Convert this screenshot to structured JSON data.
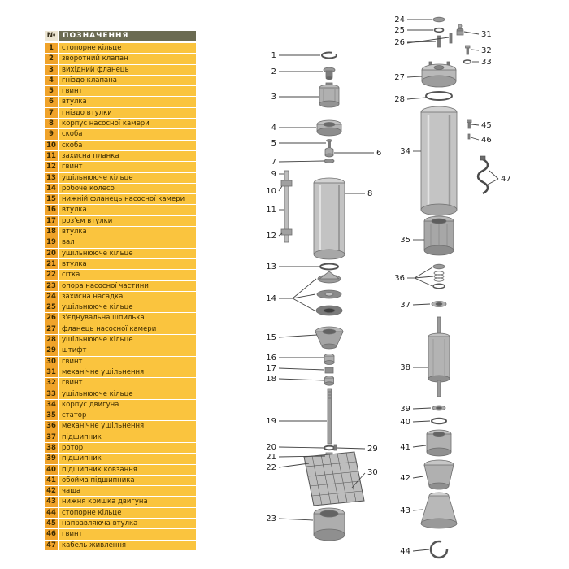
{
  "table": {
    "header_no": "№",
    "header_name": "ПОЗНАЧЕННЯ",
    "rows": [
      {
        "no": "1",
        "name": "стопорне кільце"
      },
      {
        "no": "2",
        "name": "зворотний клапан"
      },
      {
        "no": "3",
        "name": "вихідний фланець"
      },
      {
        "no": "4",
        "name": "гніздо клапана"
      },
      {
        "no": "5",
        "name": "гвинт"
      },
      {
        "no": "6",
        "name": "втулка"
      },
      {
        "no": "7",
        "name": "гніздо втулки"
      },
      {
        "no": "8",
        "name": "корпус насосної камери"
      },
      {
        "no": "9",
        "name": "скоба"
      },
      {
        "no": "10",
        "name": "скоба"
      },
      {
        "no": "11",
        "name": "захисна планка"
      },
      {
        "no": "12",
        "name": "гвинт"
      },
      {
        "no": "13",
        "name": "ущільнююче кільце"
      },
      {
        "no": "14",
        "name": "робоче колесо"
      },
      {
        "no": "15",
        "name": "нижній фланець насосної камери"
      },
      {
        "no": "16",
        "name": "втулка"
      },
      {
        "no": "17",
        "name": "роз'єм втулки"
      },
      {
        "no": "18",
        "name": "втулка"
      },
      {
        "no": "19",
        "name": "вал"
      },
      {
        "no": "20",
        "name": "ущільнююче кільце"
      },
      {
        "no": "21",
        "name": "втулка"
      },
      {
        "no": "22",
        "name": "сітка"
      },
      {
        "no": "23",
        "name": "опора насосної частини"
      },
      {
        "no": "24",
        "name": "захисна насадка"
      },
      {
        "no": "25",
        "name": "ущільнююче кільце"
      },
      {
        "no": "26",
        "name": "з'єднувальна шпилька"
      },
      {
        "no": "27",
        "name": "фланець насосної камери"
      },
      {
        "no": "28",
        "name": "ущільнююче кільце"
      },
      {
        "no": "29",
        "name": "штифт"
      },
      {
        "no": "30",
        "name": "гвинт"
      },
      {
        "no": "31",
        "name": "механічне ущільнення"
      },
      {
        "no": "32",
        "name": "гвинт"
      },
      {
        "no": "33",
        "name": "ущільнююче кільце"
      },
      {
        "no": "34",
        "name": "корпус двигуна"
      },
      {
        "no": "35",
        "name": "статор"
      },
      {
        "no": "36",
        "name": "механічне ущільнення"
      },
      {
        "no": "37",
        "name": "підшипник"
      },
      {
        "no": "38",
        "name": "ротор"
      },
      {
        "no": "39",
        "name": "підшипник"
      },
      {
        "no": "40",
        "name": "підшипник ковзання"
      },
      {
        "no": "41",
        "name": "обойма підшипника"
      },
      {
        "no": "42",
        "name": "чаша"
      },
      {
        "no": "43",
        "name": "нижня кришка двигуна"
      },
      {
        "no": "44",
        "name": "стопорне кільце"
      },
      {
        "no": "45",
        "name": "направляюча втулка"
      },
      {
        "no": "46",
        "name": "гвинт"
      },
      {
        "no": "47",
        "name": "кабель живлення"
      }
    ]
  },
  "diagram": {
    "pump_labels": [
      "1",
      "2",
      "3",
      "4",
      "5",
      "6",
      "7",
      "8",
      "9",
      "10",
      "11",
      "12",
      "13",
      "14",
      "15",
      "16",
      "17",
      "18",
      "19",
      "20",
      "21",
      "22",
      "23",
      "29",
      "30"
    ],
    "motor_labels": [
      "24",
      "25",
      "26",
      "27",
      "28",
      "31",
      "32",
      "33",
      "34",
      "45",
      "46",
      "47",
      "35",
      "36",
      "37",
      "38",
      "39",
      "40",
      "41",
      "42",
      "43",
      "44"
    ]
  },
  "colors": {
    "row_number_bg": "#f0a32a",
    "row_name_bg": "#fac43e",
    "header_bg": "#6b6b52"
  }
}
